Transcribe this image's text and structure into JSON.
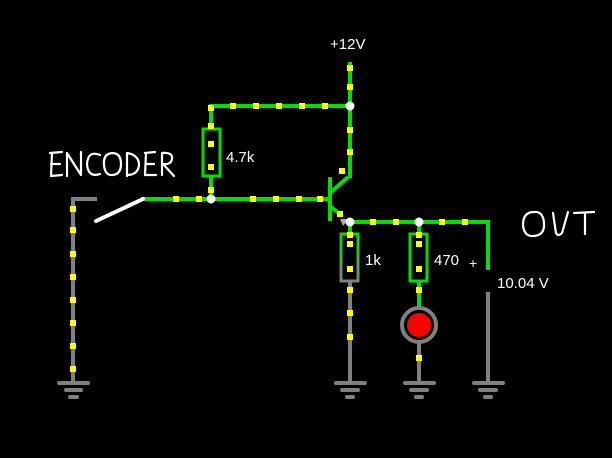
{
  "circuit": {
    "supply_label": "+12V",
    "encoder_label": "ENCODER",
    "out_label": "OUT",
    "resistors": [
      {
        "id": "r-base",
        "value": "4.7k"
      },
      {
        "id": "r-emitter",
        "value": "1k"
      },
      {
        "id": "r-led",
        "value": "470"
      }
    ],
    "probe": {
      "polarity": "+",
      "reading": "10.04 V"
    },
    "colors": {
      "live_wire": "#00e000",
      "ground_wire": "#808080",
      "current_dot": "#ffff00",
      "junction": "#ffffff",
      "led_on": "#ff0000",
      "background": "#000000"
    }
  }
}
